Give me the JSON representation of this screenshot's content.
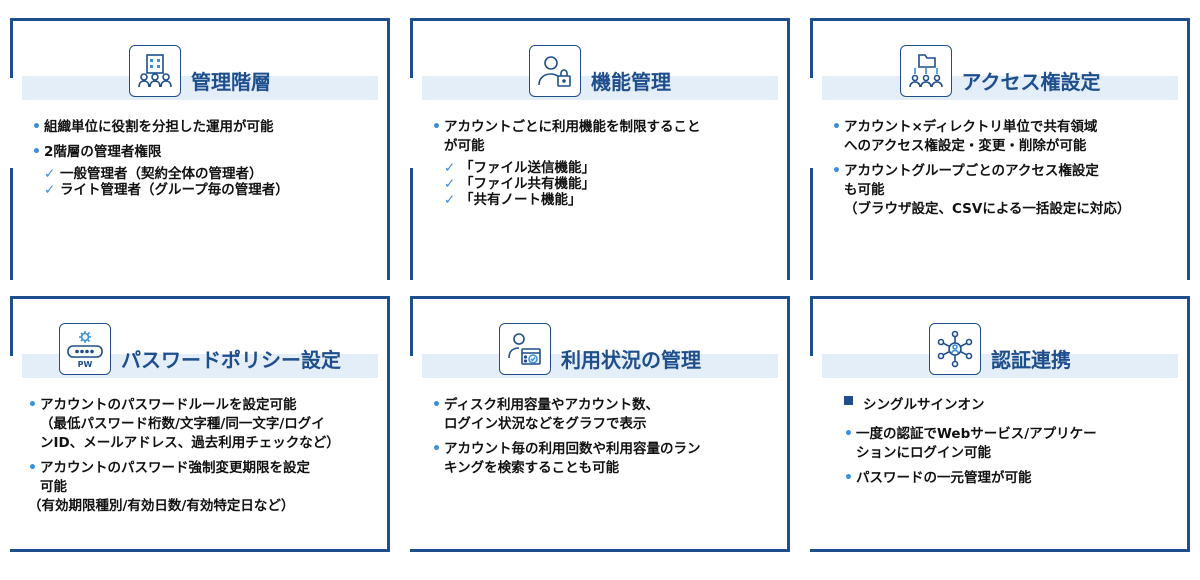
{
  "cards": [
    {
      "title": "管理階層",
      "icon": "org-hierarchy-icon",
      "bullets": [
        "組織単位に役割を分担した運用が可能",
        "2階層の管理者権限"
      ],
      "checks": [
        "一般管理者（契約全体の管理者）",
        "ライト管理者（グループ毎の管理者）"
      ]
    },
    {
      "title": "機能管理",
      "icon": "user-lock-icon",
      "bullets": [
        "アカウントごとに利用機能を制限すること\nが可能"
      ],
      "checks": [
        "「ファイル送信機能」",
        "「ファイル共有機能」",
        "「共有ノート機能」"
      ]
    },
    {
      "title": "アクセス権設定",
      "icon": "folder-access-icon",
      "bullets": [
        "アカウント×ディレクトリ単位で共有領域\nへのアクセス権設定・変更・削除が可能",
        "アカウントグループごとのアクセス権設定\nも可能"
      ],
      "note": "（ブラウザ設定、CSVによる一括設定に対応）"
    },
    {
      "title": "パスワードポリシー設定",
      "icon": "password-gear-icon",
      "icon_text": "PW",
      "bullets": [
        "アカウントのパスワードルールを設定可能",
        "アカウントのパスワード強制変更期限を設定\n可能"
      ],
      "notes": [
        "（最低パスワード桁数/文字種/同一文字/ログイ\nンID、メールアドレス、過去利用チェックなど）",
        "（有効期限種別/有効日数/有効特定日など）"
      ]
    },
    {
      "title": "利用状況の管理",
      "icon": "usage-calendar-icon",
      "bullets": [
        "ディスク利用容量やアカウント数、\nログイン状況などをグラフで表示",
        "アカウント毎の利用回数や利用容量のラン\nキングを検索することも可能"
      ]
    },
    {
      "title": "認証連携",
      "icon": "network-auth-icon",
      "square": "シングルサインオン",
      "bullets": [
        "一度の認証でWebサービス/アプリケー\nションにログイン可能",
        "パスワードの一元管理が可能"
      ]
    }
  ],
  "bullet_char": "•",
  "check_char": "✓",
  "accent": "#1f4e8c",
  "band": "#e4eef9"
}
